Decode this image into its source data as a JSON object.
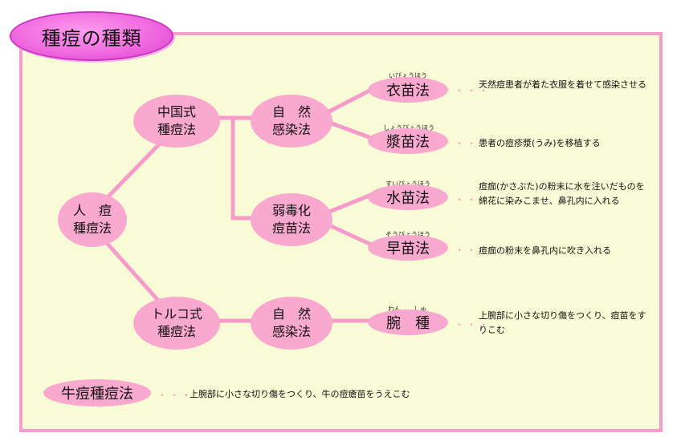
{
  "title": "種痘の種類",
  "root": {
    "line1": "人　痘",
    "line2": "種痘法"
  },
  "china": {
    "line1": "中国式",
    "line2": "種痘法"
  },
  "turkey": {
    "line1": "トルコ式",
    "line2": "種痘法"
  },
  "natural1": {
    "line1": "自　然",
    "line2": "感染法"
  },
  "attenuated": {
    "line1": "弱毒化",
    "line2": "痘苗法"
  },
  "natural2": {
    "line1": "自　然",
    "line2": "感染法"
  },
  "methods": [
    {
      "name": "衣苗法",
      "ruby": "いびょうほう",
      "desc": "天然痘患者が着た衣服を着せて感染させる"
    },
    {
      "name": "漿苗法",
      "ruby": "しょうびょうほう",
      "desc": "患者の痘疹漿(うみ)を移植する"
    },
    {
      "name": "水苗法",
      "ruby": "すいびょうほう",
      "desc": "痘痂(かさぶた)の粉末に水を注いだものを綿花に染みこませ、鼻孔内に入れる"
    },
    {
      "name": "早苗法",
      "ruby": "そうびょうほう",
      "desc": "痘痂の粉末を鼻孔内に吹き入れる"
    },
    {
      "name": "腕　種",
      "ruby": "わん　　しゅ",
      "desc": "上腕部に小さな切り傷をつくり、痘苗をすりこむ"
    }
  ],
  "cowpox": {
    "name": "牛痘種痘法",
    "desc": "上腕部に小さな切り傷をつくり、牛の痘瘡苗をうえこむ"
  },
  "dots": "・・・",
  "colors": {
    "node": "#f9a8d0",
    "line": "#f59ccb",
    "panel": "#f9fbd7",
    "title_oval": "#f06ae0"
  }
}
